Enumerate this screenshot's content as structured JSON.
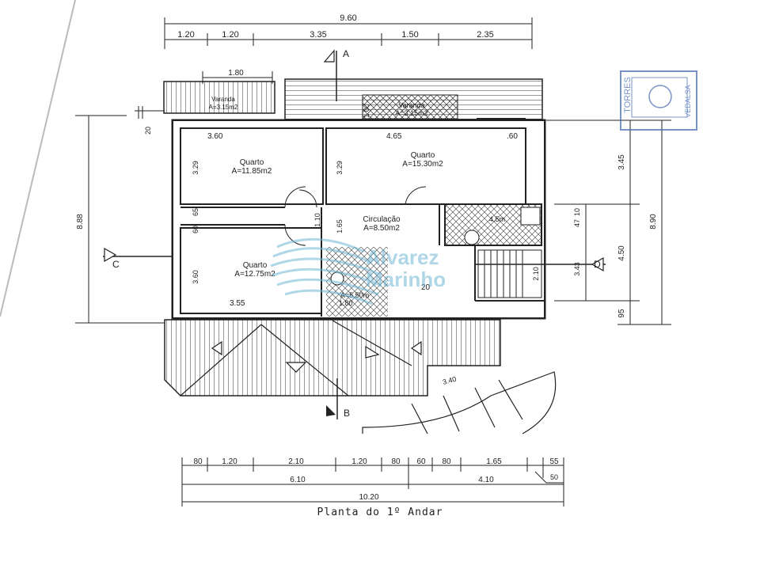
{
  "title": "Planta do 1º Andar",
  "watermark": {
    "line1": "Alvarez",
    "line2": "Marinho"
  },
  "stamp": {
    "text": "TORRES",
    "sub": "VEDALSA"
  },
  "colors": {
    "ink": "#222222",
    "bg": "#ffffff",
    "watermark": "#6fb7d6",
    "stamp": "#4b6fb3"
  },
  "rooms": [
    {
      "name": "Quarto",
      "area": "A=11.85m2"
    },
    {
      "name": "Quarto",
      "area": "A=15.30m2"
    },
    {
      "name": "Circulação",
      "area": "A=8.50m2"
    },
    {
      "name": "Quarto",
      "area": "A=12.75m2"
    },
    {
      "name": "Varanda",
      "area": "A=3.15m2"
    },
    {
      "name": "Varanda",
      "area": "A=3.15m2"
    }
  ],
  "small_areas": {
    "bath_left": "A=5.50m",
    "bath_right": "4.5m"
  },
  "section_marks": {
    "A": "A",
    "B": "B",
    "C": "C",
    "D": "D"
  },
  "dims_top": {
    "total": "9.60",
    "segs": [
      "1.20",
      "1.20",
      "3.35",
      "1.50",
      "2.35"
    ],
    "varanda": "1.80"
  },
  "dims_bottom": {
    "segs": [
      "80",
      "1.20",
      "2.10",
      "1.20",
      "80",
      "60",
      "80",
      "1.65",
      "55"
    ],
    "mid": [
      "6.10",
      "4.10"
    ],
    "total": "10.20",
    "extra": "50"
  },
  "dims_left": {
    "total": "8.88",
    "top": "20"
  },
  "dims_right": {
    "total": "8.90",
    "segs": [
      "3.45",
      "4.50",
      "95"
    ],
    "small": [
      "10",
      "47",
      "3.43",
      "2.10"
    ]
  },
  "inner": {
    "w1": "3.60",
    "w2": "4.65",
    "w3": "3.55",
    "w4": ".60",
    "h1": "3.29",
    "h2": "3.29",
    "h3": "3.60",
    "h4": "65",
    "h5": "60",
    "c1": "1.10",
    "c2": "1.65",
    "c3": "20",
    "c4": "1.80",
    "c5": "1.00",
    "arc": "3.40"
  }
}
